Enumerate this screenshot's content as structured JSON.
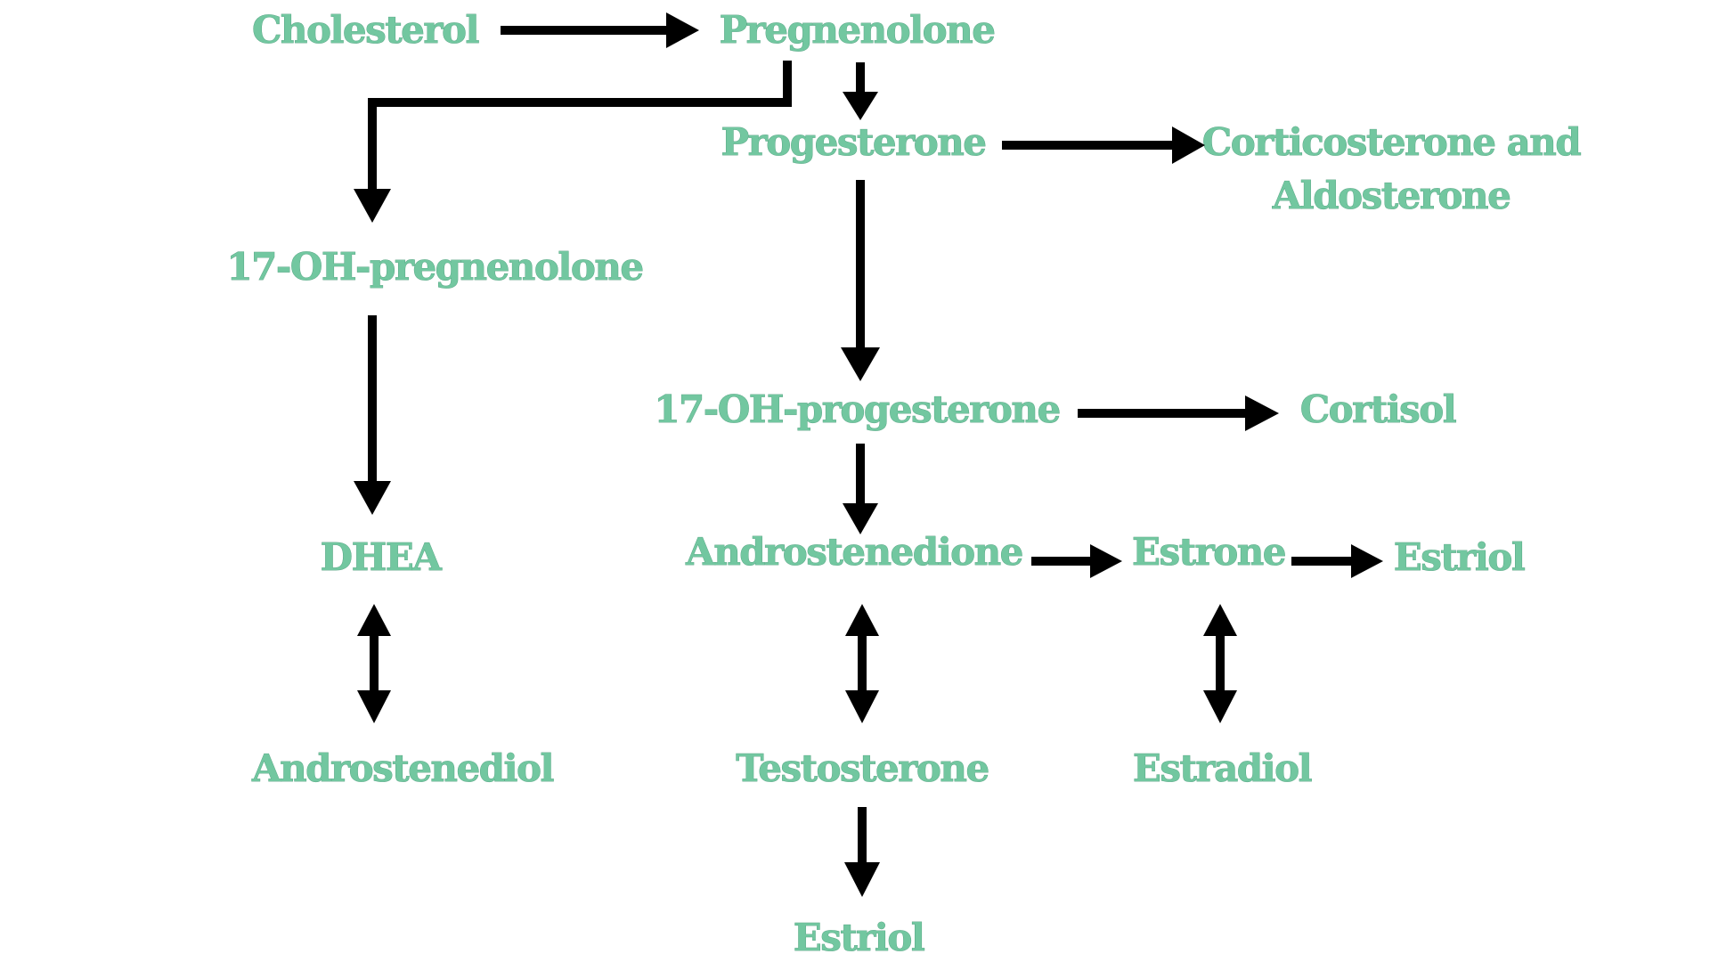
{
  "diagram": {
    "background": "#ffffff",
    "label_color": "#72c7a0",
    "arrow_color": "#000000",
    "nodes": {
      "cholesterol": "Cholesterol",
      "pregnenolone": "Pregnenolone",
      "progesterone": "Progesterone",
      "corticosterone_line1": "Corticosterone and",
      "corticosterone_line2": "Aldosterone",
      "oh_pregnenolone": "17-OH-pregnenolone",
      "oh_progesterone": "17-OH-progesterone",
      "cortisol": "Cortisol",
      "dhea": "DHEA",
      "androstenedione": "Androstenedione",
      "estrone": "Estrone",
      "estriol_right": "Estriol",
      "androstenediol": "Androstenediol",
      "testosterone": "Testosterone",
      "estradiol": "Estradiol",
      "estriol_bottom": "Estriol"
    }
  }
}
